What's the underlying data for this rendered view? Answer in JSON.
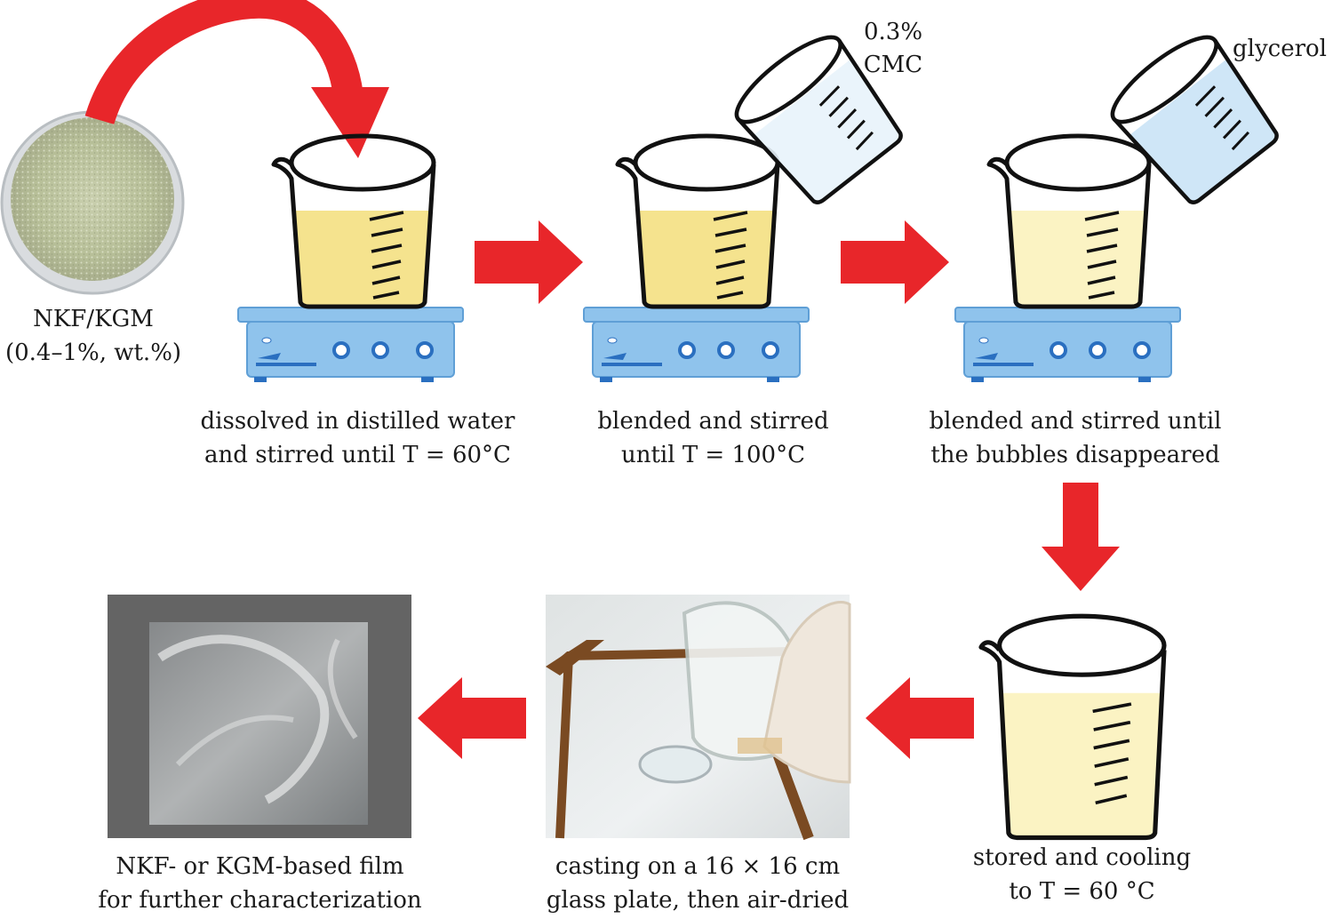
{
  "labels": {
    "powder": [
      "NKF/KGM",
      "(0.4–1%, wt.%)"
    ],
    "cmc": [
      "0.3%",
      "CMC"
    ],
    "glycerol": "glycerol",
    "step1": [
      "dissolved in distilled water",
      "and stirred until T = 60°C"
    ],
    "step2": [
      "blended and stirred",
      "until T = 100°C"
    ],
    "step3": [
      "blended and stirred until",
      "the bubbles disappeared"
    ],
    "step4": [
      "stored and cooling",
      "to T = 60 °C"
    ],
    "step5": [
      "casting on a 16 × 16 cm",
      "glass plate, then air-dried"
    ],
    "step6": [
      "NKF- or KGM-based film",
      "for further characterization"
    ]
  },
  "colors": {
    "arrow": "#e8262a",
    "liquid_dark": "#f5e38e",
    "liquid_light": "#fbf3c3",
    "plate": "#7fb7e6",
    "knob": "#2a6fc0",
    "pour_liquid": "#cfe6f7",
    "film_bg": "#646464"
  }
}
